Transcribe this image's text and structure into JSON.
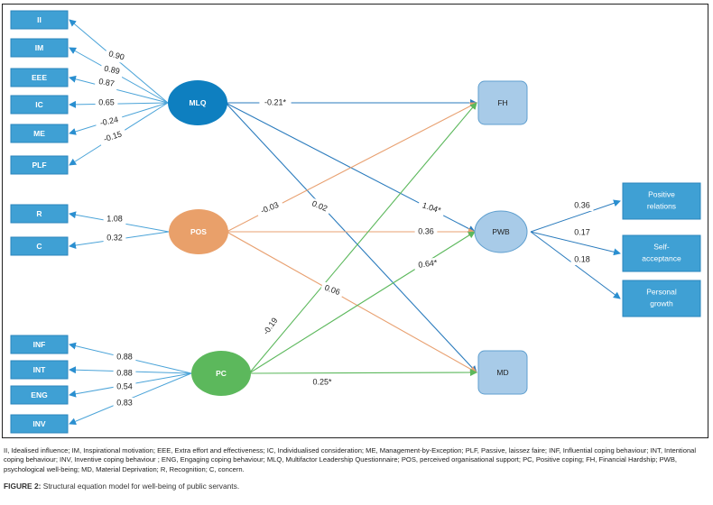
{
  "colors": {
    "mlq": "#0e7fc0",
    "pos": "#e9a06a",
    "pc": "#5cb85c",
    "indicator": "#3fa0d4",
    "outcome": "#a8cbe8",
    "outcome_border": "#5f9fcf",
    "mlq_line": "#2a7bbd",
    "pos_line": "#e8a070",
    "pc_line": "#5cb85c",
    "indicator_line": "#4aa3d8"
  },
  "latents": [
    {
      "id": "MLQ",
      "label": "MLQ",
      "color_key": "mlq"
    },
    {
      "id": "POS",
      "label": "POS",
      "color_key": "pos"
    },
    {
      "id": "PC",
      "label": "PC",
      "color_key": "pc"
    }
  ],
  "outcomes": [
    {
      "id": "FH",
      "label": "FH",
      "shape": "rounded-box"
    },
    {
      "id": "PWB",
      "label": "PWB",
      "shape": "ellipse"
    },
    {
      "id": "MD",
      "label": "MD",
      "shape": "rounded-box"
    }
  ],
  "indicators": [
    {
      "id": "II",
      "label": "II",
      "latent": "MLQ",
      "loading": "0.90"
    },
    {
      "id": "IM",
      "label": "IM",
      "latent": "MLQ",
      "loading": "0.89"
    },
    {
      "id": "EEE",
      "label": "EEE",
      "latent": "MLQ",
      "loading": "0.87"
    },
    {
      "id": "IC",
      "label": "IC",
      "latent": "MLQ",
      "loading": "0.65"
    },
    {
      "id": "ME",
      "label": "ME",
      "latent": "MLQ",
      "loading": "-0.24"
    },
    {
      "id": "PLF",
      "label": "PLF",
      "latent": "MLQ",
      "loading": "-0.15"
    },
    {
      "id": "R",
      "label": "R",
      "latent": "POS",
      "loading": "1.08"
    },
    {
      "id": "C",
      "label": "C",
      "latent": "POS",
      "loading": "0.32"
    },
    {
      "id": "INF",
      "label": "INF",
      "latent": "PC",
      "loading": "0.88"
    },
    {
      "id": "INT",
      "label": "INT",
      "latent": "PC",
      "loading": "0.88"
    },
    {
      "id": "ENG",
      "label": "ENG",
      "latent": "PC",
      "loading": "0.54"
    },
    {
      "id": "INV",
      "label": "INV",
      "latent": "PC",
      "loading": "0.83"
    }
  ],
  "pwb_indicators": [
    {
      "id": "PR",
      "label_lines": [
        "Positive",
        "relations"
      ],
      "loading": "0.36"
    },
    {
      "id": "SA",
      "label_lines": [
        "Self-",
        "acceptance"
      ],
      "loading": "0.17"
    },
    {
      "id": "PG",
      "label_lines": [
        "Personal",
        "growth"
      ],
      "loading": "0.18"
    }
  ],
  "paths": [
    {
      "from": "MLQ",
      "to": "FH",
      "coef": "-0.21*"
    },
    {
      "from": "MLQ",
      "to": "PWB",
      "coef": "1.04*"
    },
    {
      "from": "MLQ",
      "to": "MD",
      "coef": "0.02"
    },
    {
      "from": "POS",
      "to": "FH",
      "coef": "-0.03"
    },
    {
      "from": "POS",
      "to": "PWB",
      "coef": "0.36"
    },
    {
      "from": "POS",
      "to": "MD",
      "coef": "0.06"
    },
    {
      "from": "PC",
      "to": "FH",
      "coef": "-0.19"
    },
    {
      "from": "PC",
      "to": "PWB",
      "coef": "0.64*"
    },
    {
      "from": "PC",
      "to": "MD",
      "coef": "0.25*"
    }
  ],
  "legend": "II, Idealised influence; IM, Inspirational motivation; EEE, Extra effort and effectiveness; IC, Individualised consideration; ME, Management-by-Exception; PLF, Passive, laissez faire; INF, Influential coping behaviour; INT, Intentional coping behaviour; INV, Inventive coping behaviour ; ENG, Engaging coping behaviour; MLQ, Multifactor Leadership Questionnaire; POS, perceived organisational support; PC, Positive coping; FH, Financial Hardship; PWB, psychological well-being; MD, Material Deprivation; R, Recognition; C, concern.",
  "caption": {
    "label": "FIGURE 2:",
    "text": "Structural equation model for well-being of public servants."
  }
}
